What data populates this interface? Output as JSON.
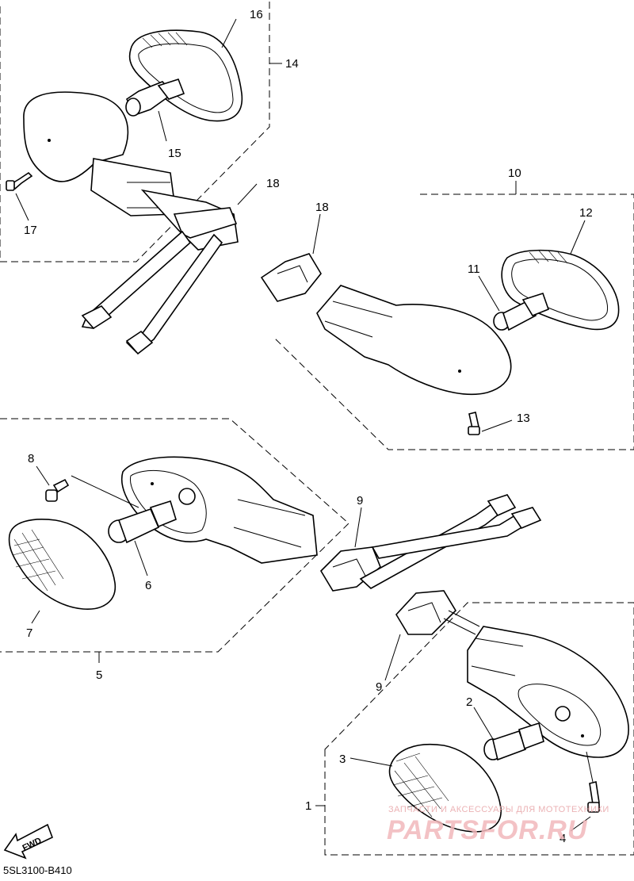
{
  "diagram": {
    "callouts": {
      "n1": "1",
      "n2": "2",
      "n3": "3",
      "n4": "4",
      "n5": "5",
      "n6": "6",
      "n7": "7",
      "n8": "8",
      "n9a": "9",
      "n9b": "9",
      "n10": "10",
      "n11": "11",
      "n12": "12",
      "n13": "13",
      "n14": "14",
      "n15": "15",
      "n16": "16",
      "n17": "17",
      "n18a": "18",
      "n18b": "18"
    },
    "direction_label": "FWD",
    "drawing_code": "5SL3100-B410"
  },
  "watermark": {
    "tagline": "ЗАПЧАСТИ И АКСЕССУАРЫ ДЛЯ МОТОТЕХНИКИ",
    "brand": "PARTSFOR.RU"
  },
  "colors": {
    "line": "#000000",
    "watermark": "#f2b8bb"
  }
}
